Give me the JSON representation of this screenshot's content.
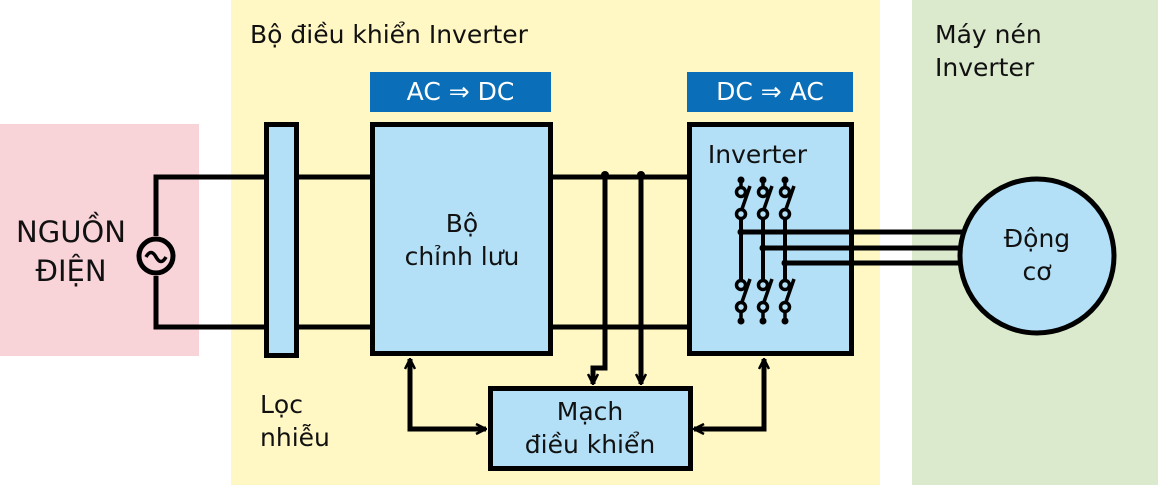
{
  "colors": {
    "power_bg": "#f8d3d8",
    "controller_bg": "#fff7c4",
    "compressor_bg": "#dbe9cc",
    "block_fill": "#b3e0f7",
    "tag_fill": "#0a6fb8",
    "line": "#000000"
  },
  "power_source": {
    "label_line1": "NGUỒN",
    "label_line2": "ĐIỆN",
    "icon": "ac-source-icon"
  },
  "controller": {
    "title": "Bộ điều khiển Inverter",
    "filter": {
      "label_line1": "Lọc",
      "label_line2": "nhiễu"
    },
    "rectifier": {
      "tag": "AC ⇒ DC",
      "label_line1": "Bộ",
      "label_line2": "chỉnh lưu"
    },
    "inverter": {
      "tag": "DC ⇒ AC",
      "label": "Inverter",
      "icon": "switch-bridge-icon"
    },
    "control_circuit": {
      "label_line1": "Mạch",
      "label_line2": "điều khiển"
    }
  },
  "compressor": {
    "title_line1": "Máy nén",
    "title_line2": "Inverter",
    "motor": {
      "label_line1": "Động",
      "label_line2": "cơ"
    }
  }
}
